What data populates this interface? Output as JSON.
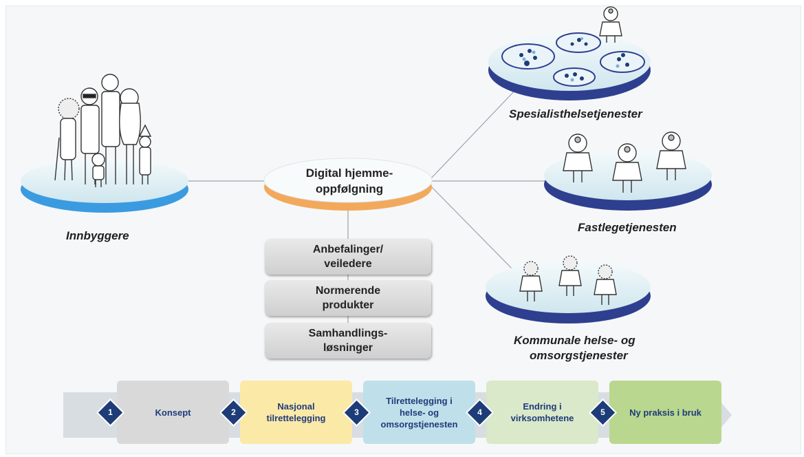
{
  "hub": {
    "label": "Digital hjemme-\noppfølgning"
  },
  "nodes": {
    "innbyggere": "Innbyggere",
    "spesialist": "Spesialisthelsetjenester",
    "fastlege": "Fastlegetjenesten",
    "kommunale_line1": "Kommunale helse- og",
    "kommunale_line2": "omsorgstjenester"
  },
  "stack": [
    "Anbefalinger/\nveiledere",
    "Normerende\nprodukter",
    "Samhandlings-\nløsninger"
  ],
  "steps": [
    {
      "num": "1",
      "label": "Konsept"
    },
    {
      "num": "2",
      "label": "Nasjonal\ntilrettelegging"
    },
    {
      "num": "3",
      "label": "Tilrettelegging i\nhelse- og\nomsorgstjenesten"
    },
    {
      "num": "4",
      "label": "Endring i\nvirksomhetene"
    },
    {
      "num": "5",
      "label": "Ny praksis i bruk"
    }
  ],
  "colors": {
    "platform_top": "#e6f2f7",
    "platform_rim_blue": "#3a9be0",
    "platform_rim_navy": "#2f3f8f",
    "hub_rim": "#f2a95c",
    "step1": "#d9d9d9",
    "step2": "#fbe9a8",
    "step3": "#bfe0ea",
    "step4": "#d9e9c9",
    "step5": "#b9d78e",
    "diamond": "#1d3c78"
  }
}
